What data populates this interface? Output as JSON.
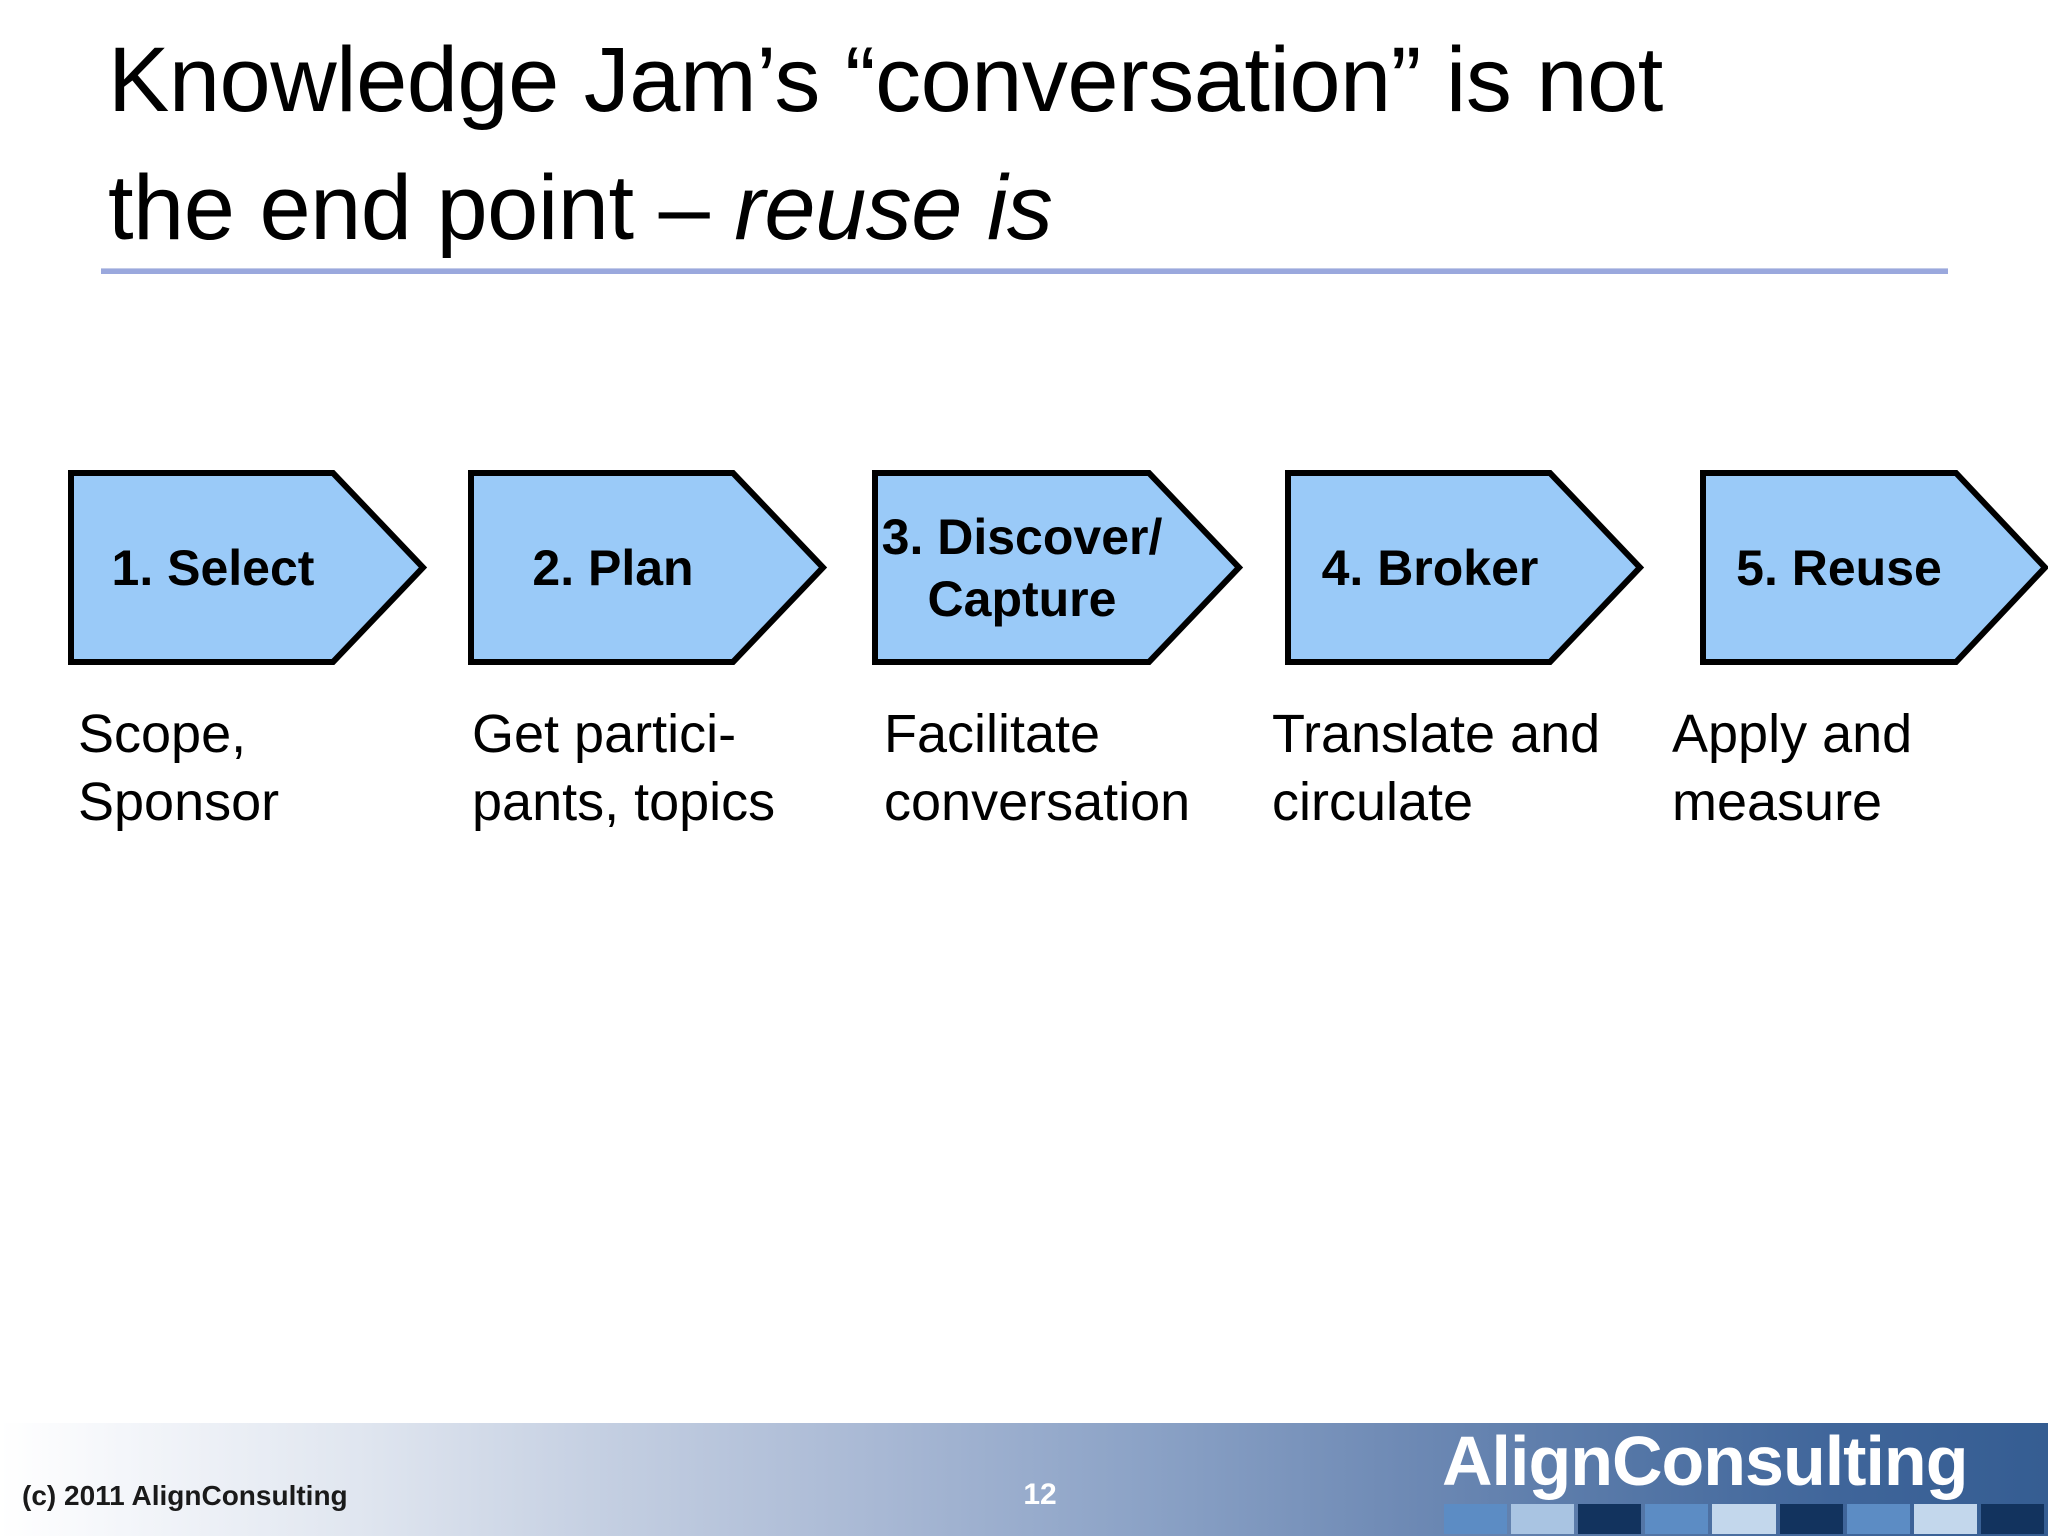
{
  "slide": {
    "title_line_1": "Knowledge Jam’s “conversation” is not",
    "title_line_2_plain": "the end point – ",
    "title_line_2_emphasis": "reuse is",
    "page_number": "12",
    "copyright": "(c) 2011 AlignConsulting",
    "accent_rule_color": "#9aa8dd",
    "chevron_fill_color": "#9ACAF8",
    "chevron_stroke_color": "#000000"
  },
  "process": {
    "steps": [
      {
        "id": "step-1",
        "label_line_1": "1. Select",
        "label_line_2": "",
        "caption": "Scope,\nSponsor"
      },
      {
        "id": "step-2",
        "label_line_1": "2. Plan",
        "label_line_2": "",
        "caption": "Get partici-\npants, topics"
      },
      {
        "id": "step-3",
        "label_line_1": "3. Discover/",
        "label_line_2": "Capture",
        "caption": "Facilitate\nconversation"
      },
      {
        "id": "step-4",
        "label_line_1": "4. Broker",
        "label_line_2": "",
        "caption": "Translate and\ncirculate"
      },
      {
        "id": "step-5",
        "label_line_1": "5. Reuse",
        "label_line_2": "",
        "caption": "Apply and\nmeasure"
      }
    ]
  },
  "logo": {
    "wordmark": "AlignConsulting",
    "swatch_colors": [
      "#5c8cc4",
      "#a9c4e2",
      "#12335e",
      "#5c8cc4",
      "#c3d7ec",
      "#12335e",
      "#5c8cc4",
      "#c3d7ec",
      "#12335e"
    ]
  }
}
